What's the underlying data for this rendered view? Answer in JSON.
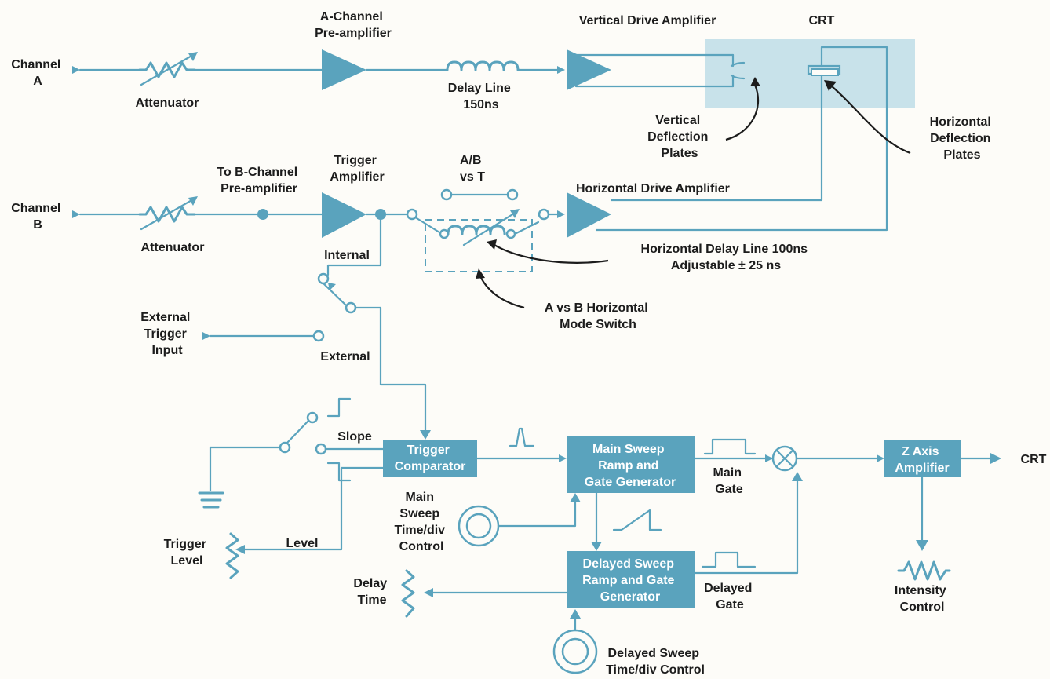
{
  "colors": {
    "accent": "#5aa3bd",
    "crt_shade": "#c8e2ea",
    "text": "#1c1c1c",
    "background": "#fdfcf8"
  },
  "labels": {
    "channel_a": [
      "Channel",
      "A"
    ],
    "channel_b": [
      "Channel",
      "B"
    ],
    "attenuator_a": "Attenuator",
    "attenuator_b": "Attenuator",
    "a_preamp": [
      "A-Channel",
      "Pre-amplifier"
    ],
    "delay_line": [
      "Delay Line",
      "150ns"
    ],
    "vertical_drive": "Vertical Drive Amplifier",
    "crt": "CRT",
    "vertical_plates": [
      "Vertical",
      "Deflection",
      "Plates"
    ],
    "horizontal_plates": [
      "Horizontal",
      "Deflection",
      "Plates"
    ],
    "to_b_preamp": [
      "To B-Channel",
      "Pre-amplifier"
    ],
    "trigger_amp": [
      "Trigger",
      "Amplifier"
    ],
    "ab_vs_t": [
      "A/B",
      "vs T"
    ],
    "horizontal_drive": "Horizontal  Drive Amplifier",
    "h_delay_line": [
      "Horizontal Delay Line 100ns",
      "Adjustable ± 25 ns"
    ],
    "internal": "Internal",
    "mode_switch": [
      "A vs B Horizontal",
      "Mode Switch"
    ],
    "external_trigger": [
      "External",
      "Trigger",
      "Input"
    ],
    "external": "External",
    "slope": "Slope",
    "trigger_comparator": [
      "Trigger",
      "Comparator"
    ],
    "main_sweep_gen": [
      "Main Sweep",
      "Ramp and",
      "Gate Generator"
    ],
    "main_gate": [
      "Main",
      "Gate"
    ],
    "z_axis": [
      "Z Axis",
      "Amplifier"
    ],
    "crt_out": "CRT",
    "main_sweep_control": [
      "Main",
      "Sweep",
      "Time/div",
      "Control"
    ],
    "trigger_level": [
      "Trigger",
      "Level"
    ],
    "level": "Level",
    "delayed_sweep_gen": [
      "Delayed Sweep",
      "Ramp and Gate",
      "Generator"
    ],
    "delayed_gate": [
      "Delayed",
      "Gate"
    ],
    "delay_time": [
      "Delay",
      "Time"
    ],
    "intensity": [
      "Intensity",
      "Control"
    ],
    "delayed_sweep_control": [
      "Delayed Sweep",
      "Time/div Control"
    ]
  }
}
